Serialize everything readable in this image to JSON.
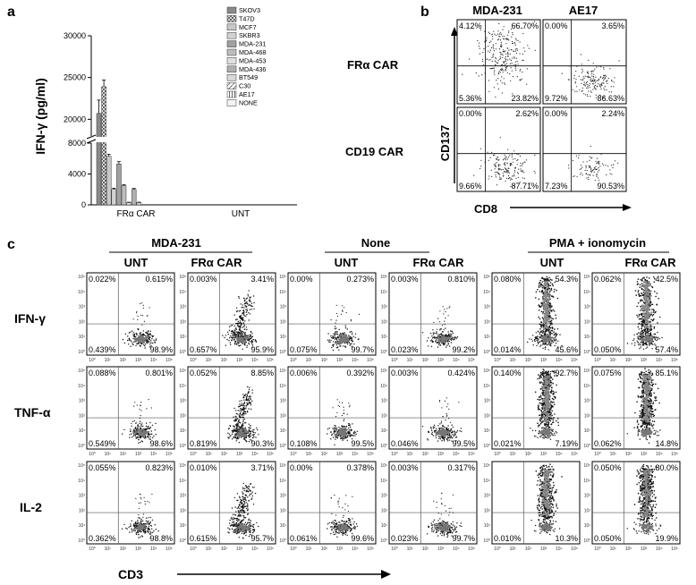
{
  "panel_a": {
    "letter": "a",
    "chart_data": {
      "type": "bar",
      "ylabel": "IFN-γ (pg/ml)",
      "group_labels": [
        "FRα CAR",
        "UNT"
      ],
      "y_ticks_upper": [
        "20000",
        "25000",
        "30000"
      ],
      "y_ticks_lower": [
        "0",
        "4000",
        "8000"
      ],
      "y_break": [
        8000,
        18000
      ],
      "ylim": [
        0,
        30000
      ],
      "legend_placement": "top-right",
      "series": [
        {
          "name": "SKOV3",
          "values": [
            20700,
            0
          ],
          "errors": [
            1600,
            0
          ],
          "fill": "#8a8a8a"
        },
        {
          "name": "T47D",
          "values": [
            23900,
            0
          ],
          "errors": [
            800,
            0
          ],
          "fill": "hatch"
        },
        {
          "name": "MCF7",
          "values": [
            6300,
            0
          ],
          "errors": [
            250,
            0
          ],
          "fill": "#c8c8c8"
        },
        {
          "name": "SKBR3",
          "values": [
            2000,
            0
          ],
          "errors": [
            150,
            0
          ],
          "fill": "#d2d2d2"
        },
        {
          "name": "MDA-231",
          "values": [
            5300,
            0
          ],
          "errors": [
            300,
            0
          ],
          "fill": "#a0a0a0"
        },
        {
          "name": "MDA-468",
          "values": [
            2500,
            0
          ],
          "errors": [
            100,
            0
          ],
          "fill": "#bdbdbd"
        },
        {
          "name": "MDA-453",
          "values": [
            300,
            0
          ],
          "errors": [
            40,
            0
          ],
          "fill": "#e0e0e0"
        },
        {
          "name": "MDA-436",
          "values": [
            2000,
            0
          ],
          "errors": [
            120,
            0
          ],
          "fill": "#b0b0b0"
        },
        {
          "name": "BT549",
          "values": [
            300,
            0
          ],
          "errors": [
            40,
            0
          ],
          "fill": "#d9d9d9"
        },
        {
          "name": "C30",
          "values": [
            0,
            0
          ],
          "errors": [
            0,
            0
          ],
          "fill": "hatch2"
        },
        {
          "name": "AE17",
          "values": [
            0,
            0
          ],
          "errors": [
            0,
            0
          ],
          "fill": "vlines"
        },
        {
          "name": "NONE",
          "values": [
            0,
            0
          ],
          "errors": [
            0,
            0
          ],
          "fill": "#f4f4f4"
        }
      ]
    }
  },
  "panel_b": {
    "letter": "b",
    "col_labels": [
      "MDA-231",
      "AE17"
    ],
    "row_labels": [
      "FRα CAR",
      "CD19 CAR"
    ],
    "y_axis_label": "CD137",
    "x_axis_label": "CD8",
    "plots": [
      {
        "q": [
          "4.12%",
          "66.70%",
          "5.36%",
          "23.82%"
        ],
        "density": "high-upper"
      },
      {
        "q": [
          "0.00%",
          "3.65%",
          "9.72%",
          "86.63%"
        ],
        "density": "lower-right"
      },
      {
        "q": [
          "0.00%",
          "2.62%",
          "9.66%",
          "87.71%"
        ],
        "density": "lower-right"
      },
      {
        "q": [
          "0.00%",
          "2.24%",
          "7.23%",
          "90.53%"
        ],
        "density": "lower-right-sparse"
      }
    ]
  },
  "panel_c": {
    "letter": "c",
    "group_headers": [
      "MDA-231",
      "None",
      "PMA + ionomycin"
    ],
    "sub_headers": [
      "UNT",
      "FRα CAR",
      "UNT",
      "FRα CAR",
      "UNT",
      "FRα CAR"
    ],
    "row_labels": [
      "IFN-γ",
      "TNF-α",
      "IL-2"
    ],
    "x_axis_label": "CD3",
    "tick_exponents": [
      "10⁰",
      "10¹",
      "10²",
      "10³",
      "10⁴",
      "10⁵"
    ],
    "rows": [
      [
        {
          "q": [
            "0.022%",
            "0.615%",
            "0.439%",
            "98.9%"
          ],
          "style": "low"
        },
        {
          "q": [
            "0.003%",
            "3.41%",
            "0.657%",
            "95.9%"
          ],
          "style": "mid"
        },
        {
          "q": [
            "0.00%",
            "0.273%",
            "0.075%",
            "99.7%"
          ],
          "style": "low"
        },
        {
          "q": [
            "0.003%",
            "0.810%",
            "0.023%",
            "99.2%"
          ],
          "style": "low"
        },
        {
          "q": [
            "0.080%",
            "54.3%",
            "0.014%",
            "45.6%"
          ],
          "style": "split"
        },
        {
          "q": [
            "0.062%",
            "42.5%",
            "0.050%",
            "57.4%"
          ],
          "style": "split"
        }
      ],
      [
        {
          "q": [
            "0.088%",
            "0.801%",
            "0.549%",
            "98.6%"
          ],
          "style": "low"
        },
        {
          "q": [
            "0.052%",
            "8.85%",
            "0.819%",
            "90.3%"
          ],
          "style": "mid"
        },
        {
          "q": [
            "0.006%",
            "0.392%",
            "0.108%",
            "99.5%"
          ],
          "style": "low"
        },
        {
          "q": [
            "0.003%",
            "0.424%",
            "0.046%",
            "99.5%"
          ],
          "style": "low"
        },
        {
          "q": [
            "0.140%",
            "92.7%",
            "0.021%",
            "7.19%"
          ],
          "style": "high"
        },
        {
          "q": [
            "0.075%",
            "85.1%",
            "0.062%",
            "14.8%"
          ],
          "style": "high"
        }
      ],
      [
        {
          "q": [
            "0.055%",
            "0.823%",
            "0.362%",
            "98.8%"
          ],
          "style": "low"
        },
        {
          "q": [
            "0.010%",
            "3.71%",
            "0.615%",
            "95.7%"
          ],
          "style": "mid"
        },
        {
          "q": [
            "0.00%",
            "0.378%",
            "0.061%",
            "99.6%"
          ],
          "style": "low"
        },
        {
          "q": [
            "0.003%",
            "0.317%",
            "0.023%",
            "99.7%"
          ],
          "style": "low"
        },
        {
          "q": [
            "",
            "",
            "0.010%",
            "10.3%"
          ],
          "style": "high"
        },
        {
          "q": [
            "0.050%",
            "80.0%",
            "0.050%",
            "19.9%"
          ],
          "style": "high"
        }
      ]
    ]
  }
}
